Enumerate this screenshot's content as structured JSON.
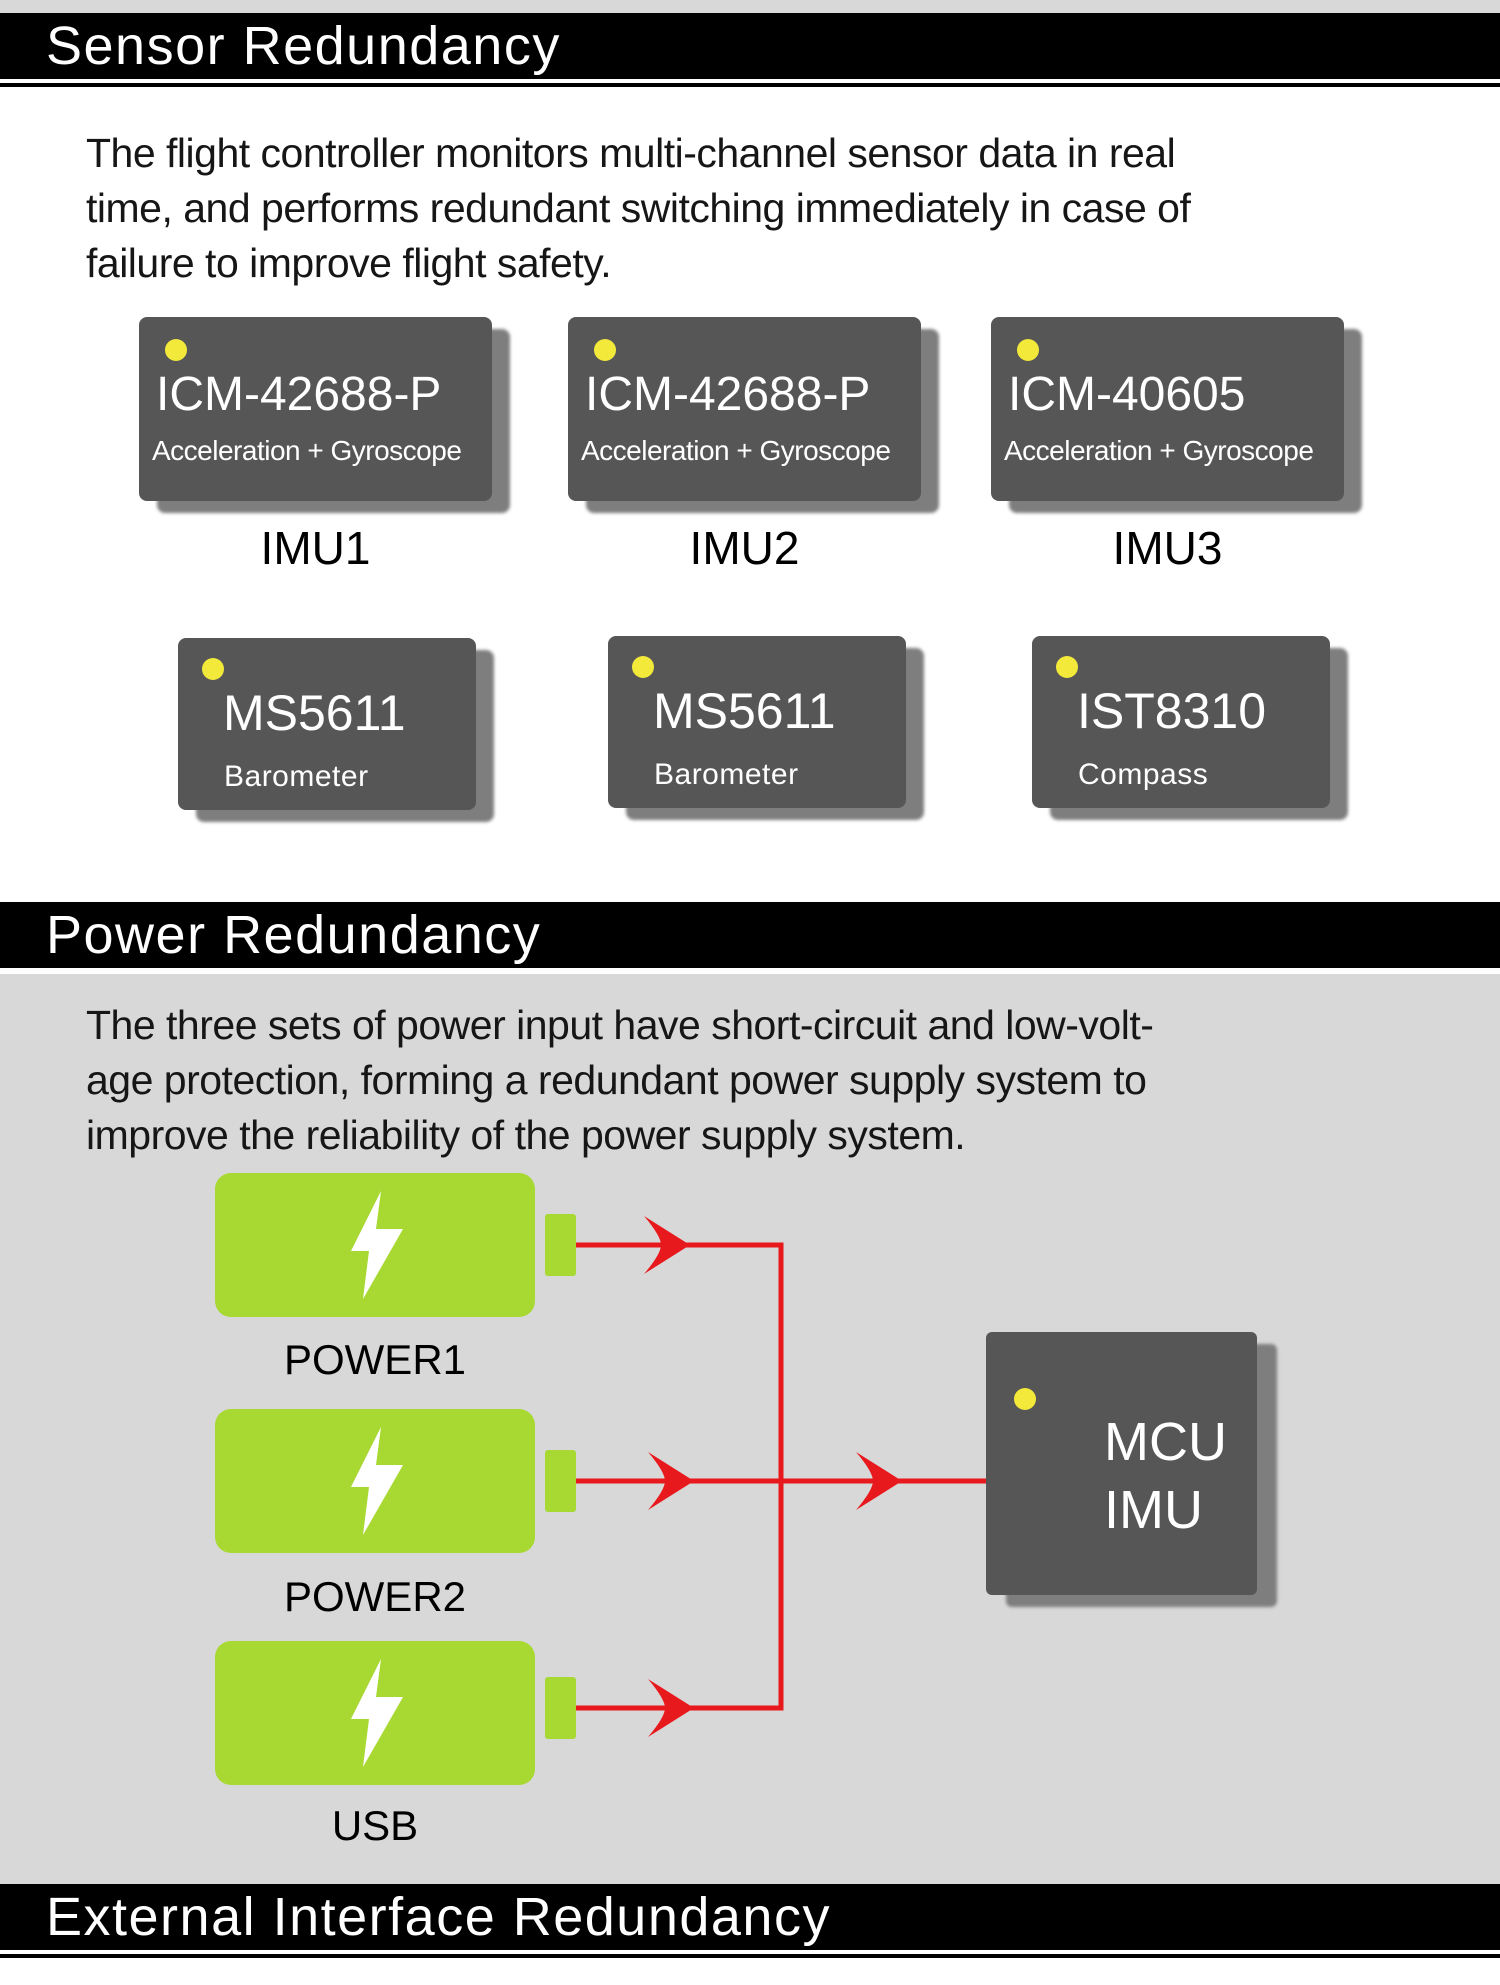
{
  "sections": {
    "sensor": {
      "title": "Sensor Redundancy",
      "paragraph": "The flight controller monitors multi-channel sensor data in real\ntime, and performs redundant switching immediately in case of\nfailure to improve flight safety.",
      "chips_row1": [
        {
          "name": "ICM-42688-P",
          "desc": "Acceleration + Gyroscope",
          "label": "IMU1"
        },
        {
          "name": "ICM-42688-P",
          "desc": "Acceleration + Gyroscope",
          "label": "IMU2"
        },
        {
          "name": "ICM-40605",
          "desc": "Acceleration + Gyroscope",
          "label": "IMU3"
        }
      ],
      "chips_row2": [
        {
          "name": "MS5611",
          "desc": "Barometer"
        },
        {
          "name": "MS5611",
          "desc": "Barometer"
        },
        {
          "name": "IST8310",
          "desc": "Compass"
        }
      ]
    },
    "power": {
      "title": "Power Redundancy",
      "paragraph": "The three sets of power input have short-circuit and low-volt-\nage protection, forming a redundant power supply system to\nimprove the reliability of the power supply system.",
      "sources": [
        {
          "label": "POWER1"
        },
        {
          "label": "POWER2"
        },
        {
          "label": "USB"
        }
      ],
      "mcu": {
        "line1": "MCU",
        "line2": "IMU"
      }
    },
    "external": {
      "title": "External Interface Redundancy"
    }
  },
  "colors": {
    "battery_green": "#a8d832",
    "chip_gray": "#575656",
    "chip_shadow_gray": "#7e7e7e",
    "arrow_red": "#e8191d",
    "indicator_yellow": "#f2e93b",
    "section_background_gray": "#d8d8d8"
  }
}
